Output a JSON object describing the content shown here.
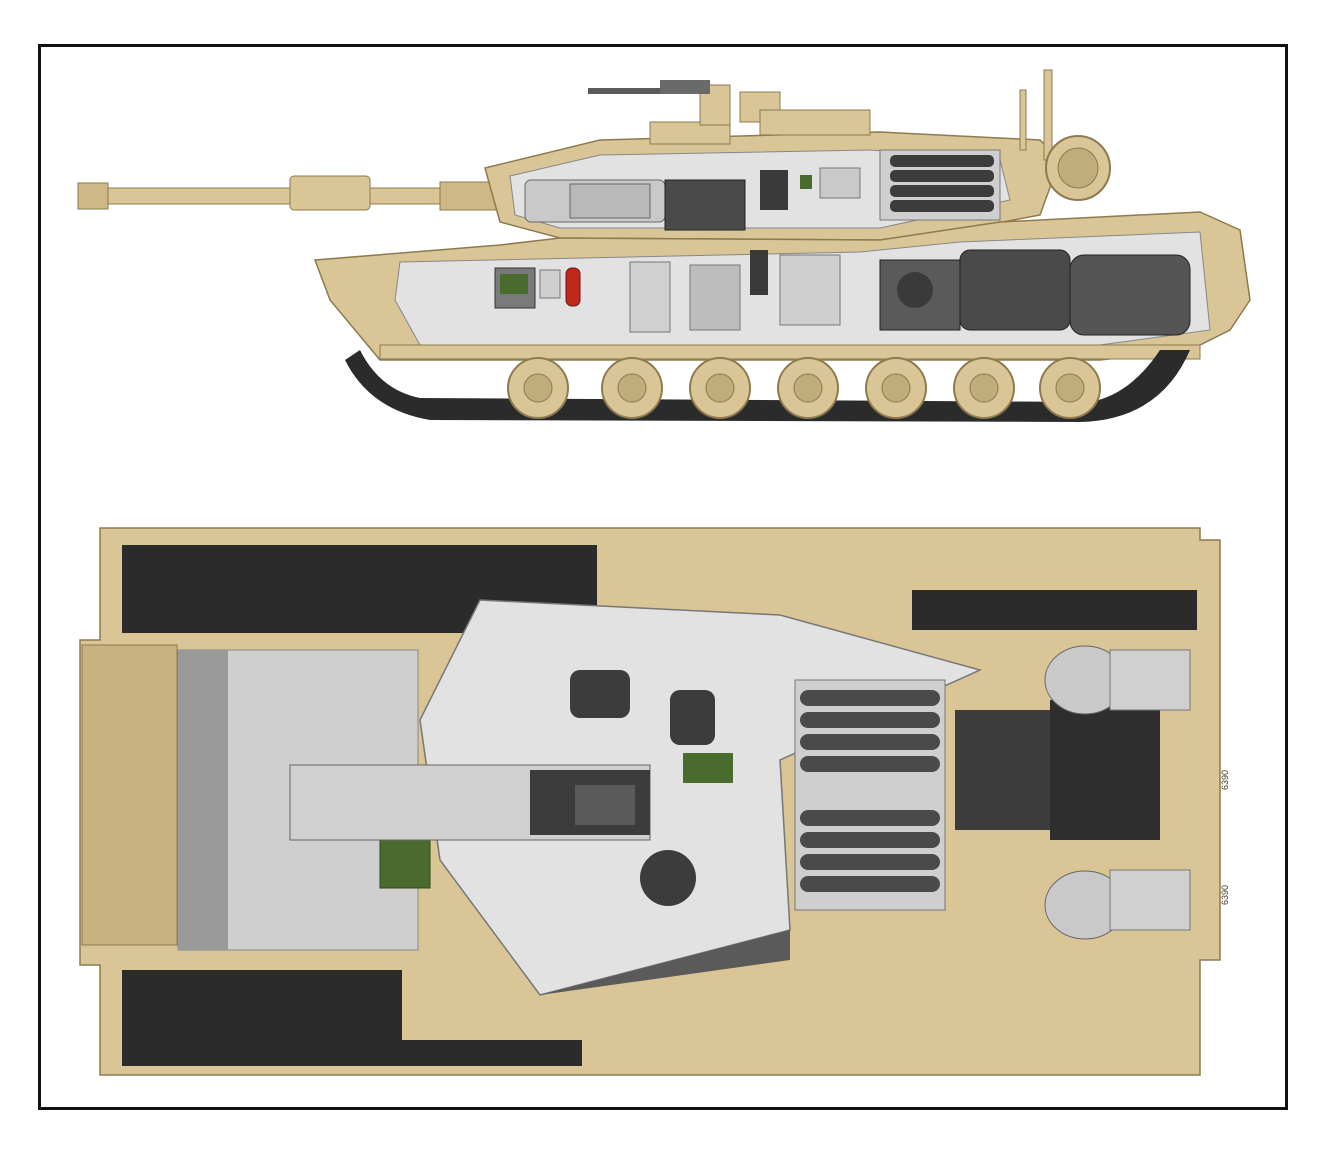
{
  "figure": {
    "views": [
      {
        "id": "side",
        "name": "side-cutaway-view"
      },
      {
        "id": "top",
        "name": "top-cutaway-view"
      }
    ],
    "hull_markings": [
      "6390",
      "6390"
    ]
  },
  "colors": {
    "sand": "#d9c596",
    "sand_dark": "#b8a06e",
    "sand_light": "#e6d6ad",
    "interior_grey": "#c9c9c9",
    "interior_light": "#e2e2e2",
    "dark_metal": "#3a3a3a",
    "track": "#2b2b2b",
    "olive": "#4a6b2e",
    "extinguisher_red": "#c0271d",
    "frame": "#111111"
  }
}
